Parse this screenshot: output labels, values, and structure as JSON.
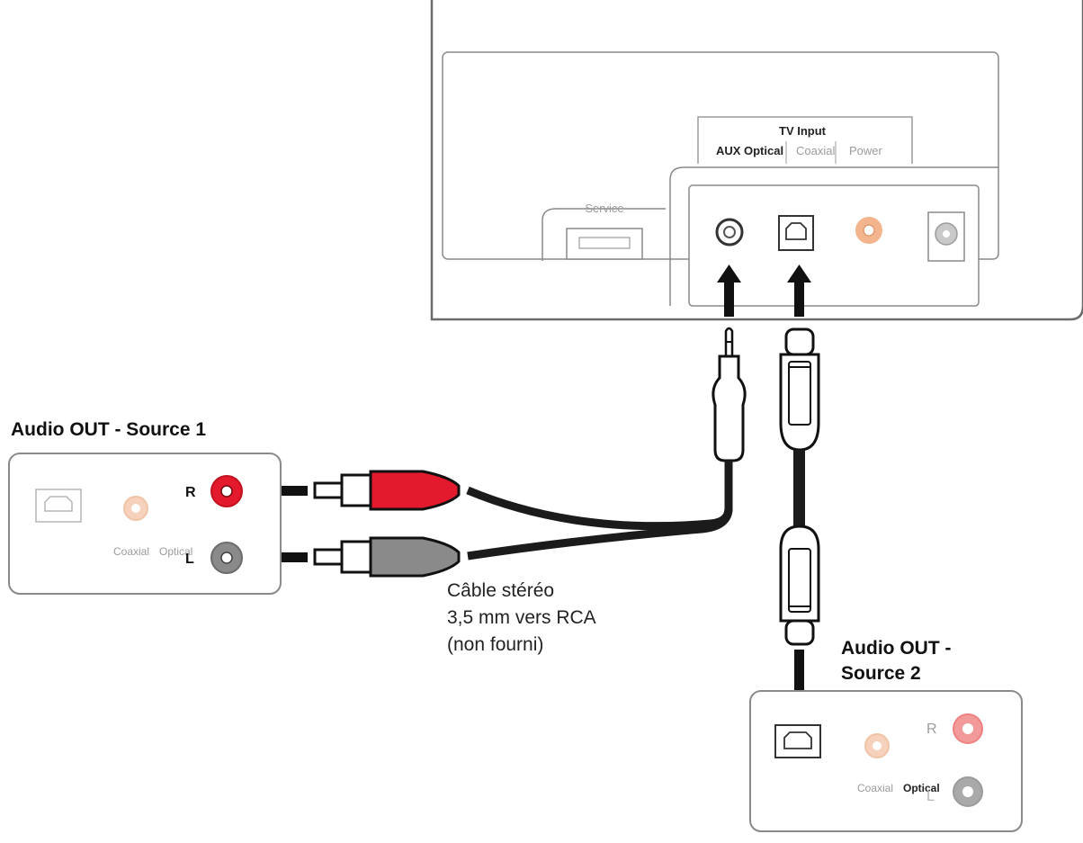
{
  "soundbar": {
    "port_group_title": "TV Input",
    "port_labels": {
      "aux": "AUX",
      "optical": "Optical",
      "coaxial": "Coaxial",
      "power": "Power"
    },
    "service_label": "Service"
  },
  "source1": {
    "title": "Audio OUT - Source 1",
    "jack_r": "R",
    "jack_l": "L",
    "port_labels": {
      "coaxial": "Coaxial",
      "optical": "Optical"
    }
  },
  "source2": {
    "title_line1": "Audio OUT -",
    "title_line2": "Source 2",
    "jack_r": "R",
    "jack_l": "L",
    "port_labels": {
      "coaxial": "Coaxial",
      "optical": "Optical"
    }
  },
  "cable_caption": {
    "line1": "Câble stéréo",
    "line2": "3,5 mm vers RCA",
    "line3": "(non fourni)"
  },
  "colors": {
    "rca_red": "#e3192d",
    "rca_grey": "#8a8a8a",
    "coax_orange": "#f4b58e",
    "faded_text": "#9b9b9b",
    "outline": "#6b6b6b"
  }
}
